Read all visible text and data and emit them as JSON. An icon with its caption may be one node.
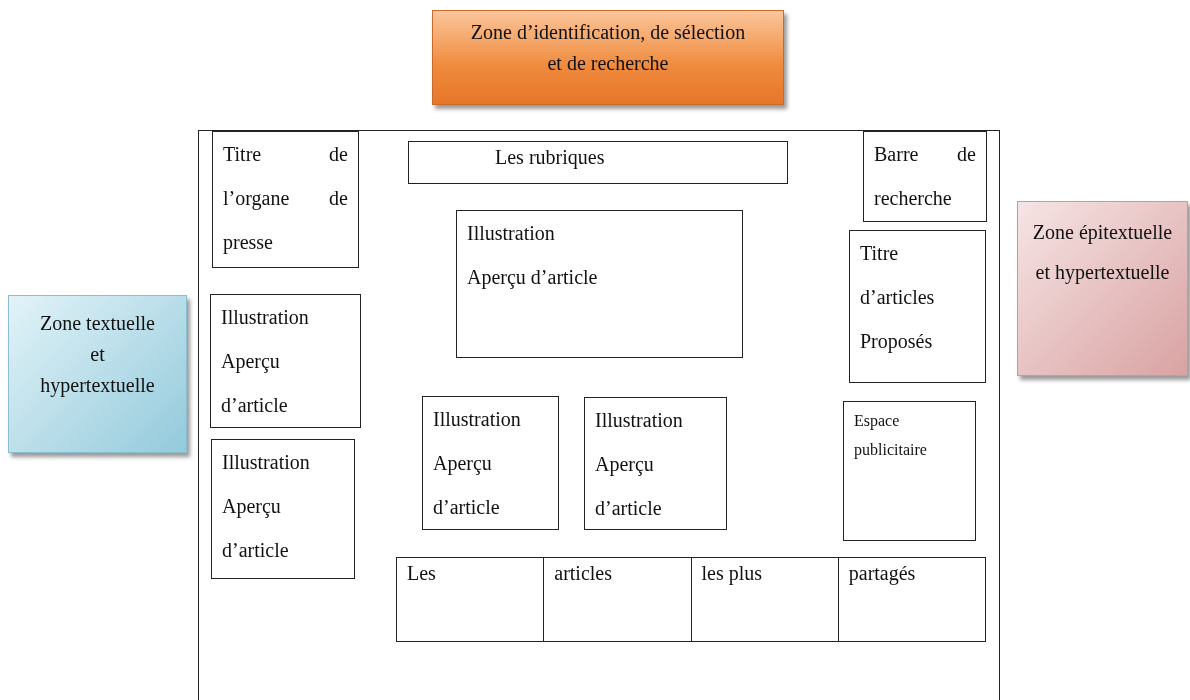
{
  "diagram": {
    "nodes": [
      {
        "text": [
          "Zone d’identification, de sélection et de recherche"
        ]
      },
      {
        "text": [],
        "shape": "box"
      },
      {
        "text": [
          "Titre de l’organe de presse"
        ],
        "in": 1
      },
      {
        "text": [
          "Les rubriques"
        ],
        "in": 1
      },
      {
        "text": [
          "Barre de recherche"
        ],
        "in": 1
      },
      {
        "text": [
          "Illustration",
          "Aperçu d’article"
        ],
        "in": 1
      },
      {
        "text": [
          "Titre d’articles Proposés"
        ],
        "in": 1
      },
      {
        "text": [
          "Illustration",
          "Aperçu d’article"
        ],
        "in": 1
      },
      {
        "text": [
          "Illustration",
          "Aperçu d’article"
        ],
        "in": 1
      },
      {
        "text": [
          "Illustration",
          "Aperçu d’article"
        ],
        "in": 1
      },
      {
        "text": [
          "Illustration",
          "Aperçu d’article"
        ],
        "in": 1
      },
      {
        "text": [
          "Espace publicitaire"
        ],
        "in": 1
      },
      {
        "text": [
          "Zone épitextuelle et hypertextuelle"
        ]
      },
      {
        "text": [
          "Zone textuelle et hypertextuelle"
        ]
      }
    ],
    "labels": [
      "Les",
      "articles",
      "les plus",
      "partagés"
    ]
  }
}
